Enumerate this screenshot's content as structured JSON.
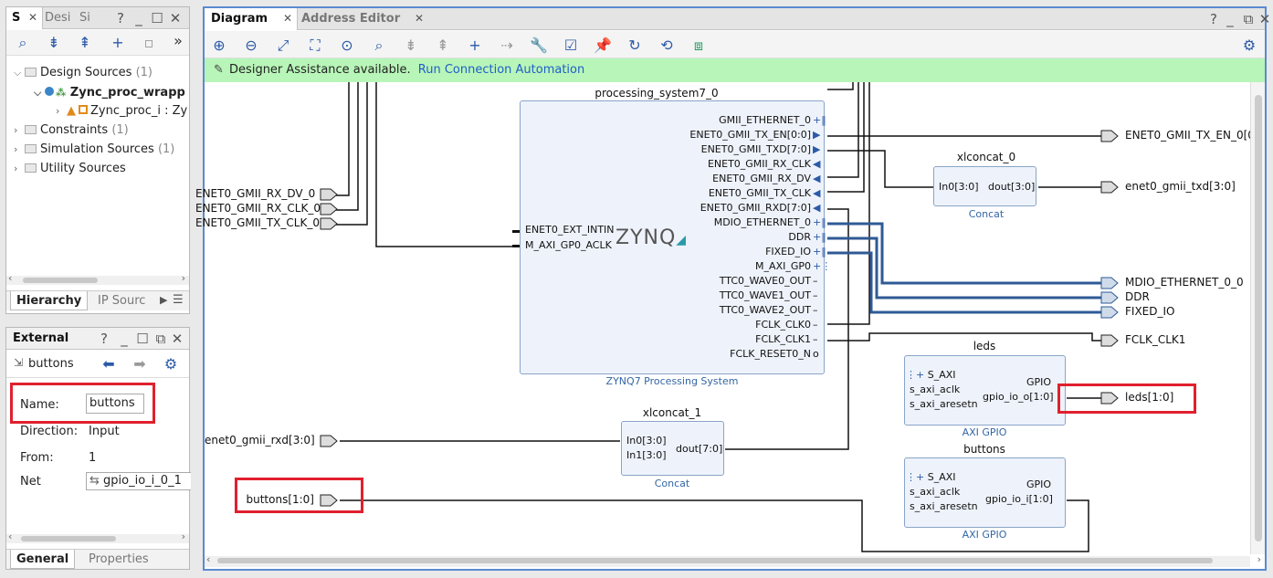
{
  "sources": {
    "tabs": [
      "S",
      "Desi",
      "Si"
    ],
    "tree": [
      {
        "label": "Design Sources",
        "count": "(1)"
      },
      {
        "label": "Zync_proc_wrapp"
      },
      {
        "label": "Zync_proc_i : Zy"
      },
      {
        "label": "Constraints",
        "count": "(1)"
      },
      {
        "label": "Simulation Sources",
        "count": "(1)"
      },
      {
        "label": "Utility Sources"
      }
    ],
    "bottom_tabs": [
      "Hierarchy",
      "IP Sourc"
    ]
  },
  "external": {
    "title": "External",
    "object": "buttons",
    "props": [
      {
        "label": "Name:",
        "value": "buttons"
      },
      {
        "label": "Direction:",
        "value": "Input"
      },
      {
        "label": "From:",
        "value": "1"
      },
      {
        "label": "Net",
        "value": "gpio_io_i_0_1"
      }
    ],
    "bottom_tabs": [
      "General",
      "Properties"
    ]
  },
  "diagram": {
    "tabs": [
      "Diagram",
      "Address Editor"
    ],
    "banner_text": "Designer Assistance available.",
    "banner_link": "Run Connection Automation",
    "ps": {
      "instance": "processing_system7_0",
      "title": "ZYNQ7 Processing System",
      "logo": "ZYNQ",
      "left_ports": [
        "ENET0_EXT_INTIN",
        "M_AXI_GP0_ACLK"
      ],
      "right_ports": [
        "GMII_ETHERNET_0",
        "ENET0_GMII_TX_EN[0:0]",
        "ENET0_GMII_TXD[7:0]",
        "ENET0_GMII_RX_CLK",
        "ENET0_GMII_RX_DV",
        "ENET0_GMII_TX_CLK",
        "ENET0_GMII_RXD[7:0]",
        "MDIO_ETHERNET_0",
        "DDR",
        "FIXED_IO",
        "M_AXI_GP0",
        "TTC0_WAVE0_OUT",
        "TTC0_WAVE1_OUT",
        "TTC0_WAVE2_OUT",
        "FCLK_CLK0",
        "FCLK_CLK1",
        "FCLK_RESET0_N"
      ]
    },
    "xlconcat0": {
      "instance": "xlconcat_0",
      "in": "In0[3:0]",
      "out": "dout[3:0]",
      "title": "Concat"
    },
    "xlconcat1": {
      "instance": "xlconcat_1",
      "in0": "In0[3:0]",
      "in1": "In1[3:0]",
      "out": "dout[7:0]",
      "title": "Concat"
    },
    "leds": {
      "instance": "leds",
      "ports": [
        "S_AXI",
        "s_axi_aclk",
        "s_axi_aresetn"
      ],
      "gpio": "GPIO",
      "out": "gpio_io_o[1:0]",
      "title": "AXI GPIO"
    },
    "buttons": {
      "instance": "buttons",
      "ports": [
        "S_AXI",
        "s_axi_aclk",
        "s_axi_aresetn"
      ],
      "gpio": "GPIO",
      "out": "gpio_io_i[1:0]",
      "title": "AXI GPIO"
    },
    "left_ext_ports": [
      "ENET0_GMII_RX_DV_0",
      "ENET0_GMII_RX_CLK_0",
      "ENET0_GMII_TX_CLK_0",
      "enet0_gmii_rxd[3:0]",
      "buttons[1:0]"
    ],
    "right_ext_ports": [
      "ENET0_GMII_TX_EN_0[0:",
      "enet0_gmii_txd[3:0]",
      "MDIO_ETHERNET_0_0",
      "DDR",
      "FIXED_IO",
      "FCLK_CLK1",
      "leds[1:0]"
    ]
  }
}
